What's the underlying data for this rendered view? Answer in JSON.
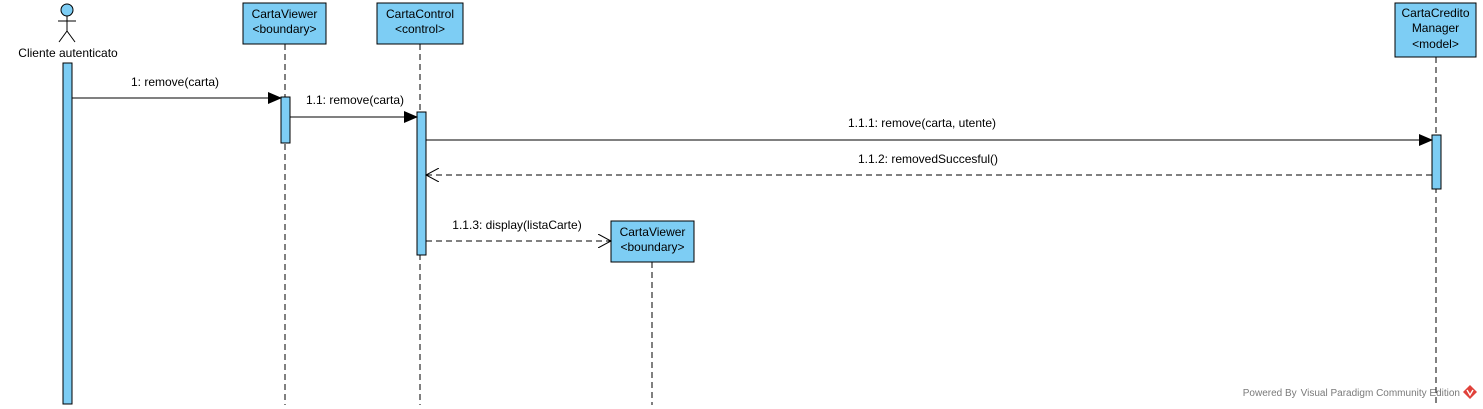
{
  "actor": {
    "name": "Cliente autenticato"
  },
  "lifelines": [
    {
      "line1": "CartaViewer",
      "line2": "<boundary>"
    },
    {
      "line1": "CartaControl",
      "line2": "<control>"
    },
    {
      "line1": "CartaCredito",
      "line2": "Manager",
      "line3": "<model>"
    },
    {
      "line1": "CartaViewer",
      "line2": "<boundary>"
    }
  ],
  "messages": [
    {
      "label": "1: remove(carta)",
      "kind": "sync"
    },
    {
      "label": "1.1: remove(carta)",
      "kind": "sync"
    },
    {
      "label": "1.1.1: remove(carta, utente)",
      "kind": "sync"
    },
    {
      "label": "1.1.2: removedSuccesful()",
      "kind": "return"
    },
    {
      "label": "1.1.3: display(listaCarte)",
      "kind": "create"
    }
  ],
  "colors": {
    "box_fill": "#7dcdf4",
    "stroke": "#000000",
    "logo": "#e0413a"
  },
  "watermark": "Powered By  Visual Paradigm Community Edition"
}
